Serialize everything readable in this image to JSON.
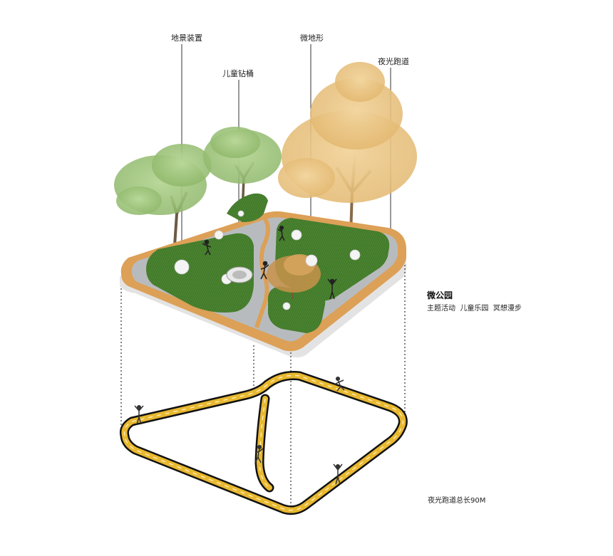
{
  "labels": {
    "landscape_installation": "地景装置",
    "kids_drill_barrel": "儿童钻桶",
    "micro_terrain": "微地形",
    "night_running_track": "夜光跑道"
  },
  "legend": {
    "title": "微公园",
    "subtitle": "主题活动  儿童乐园  冥想漫步"
  },
  "track_note": "夜光跑道总长90M",
  "colors": {
    "lawn": "#4f8a33",
    "track_orange": "#e0a040",
    "loop_yellow": "#e8b830",
    "paving_gray": "#b9bcbf",
    "platform_white": "#ececec",
    "tree_green": "#9cc27a",
    "tree_yellow": "#e8c27a"
  }
}
